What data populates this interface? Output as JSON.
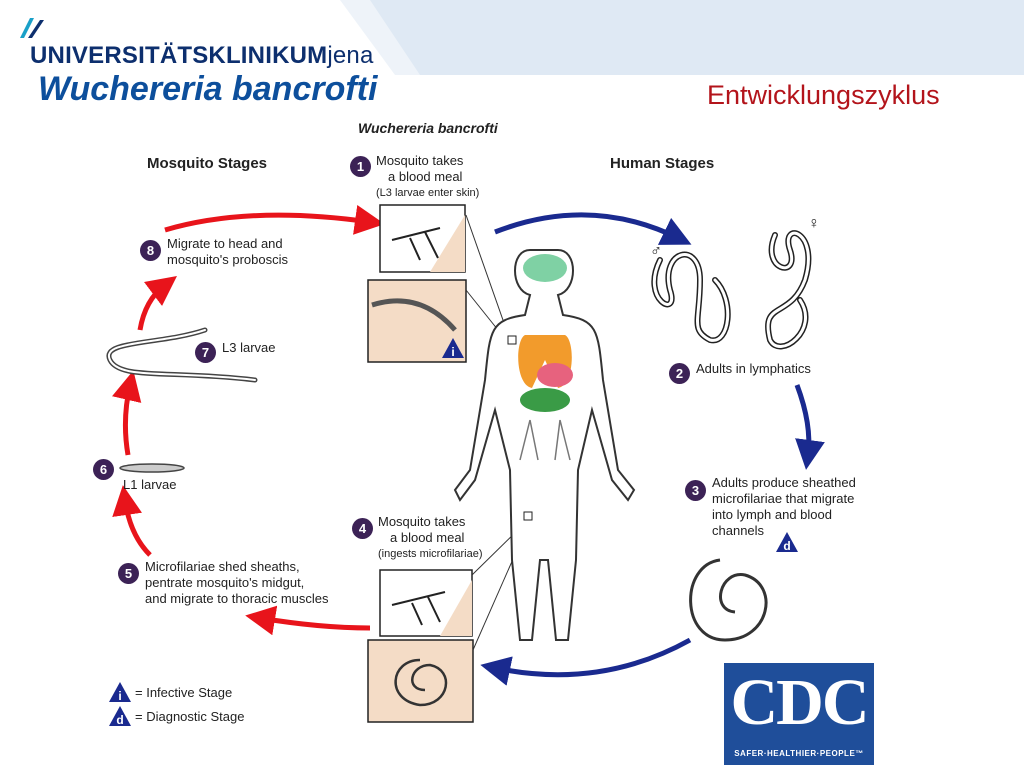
{
  "header": {
    "logo_primary": "UNIVERSITÄTSKLINIKUM",
    "logo_secondary": "jena",
    "title": "Wuchereria bancrofti",
    "subtitle": "Entwicklungszyklus"
  },
  "diagram": {
    "title": "Wuchereria bancrofti",
    "mosquito_stages_header": "Mosquito Stages",
    "human_stages_header": "Human Stages",
    "steps": [
      {
        "number": "1",
        "lines": [
          "Mosquito takes",
          "a blood meal"
        ],
        "note": "(L3 larvae enter skin)"
      },
      {
        "number": "2",
        "lines": [
          "Adults in lymphatics"
        ]
      },
      {
        "number": "3",
        "lines": [
          "Adults produce sheathed",
          "microfilariae that migrate",
          "into lymph and blood",
          "channels"
        ]
      },
      {
        "number": "4",
        "lines": [
          "Mosquito takes",
          "a blood meal"
        ],
        "note": "(ingests microfilariae)"
      },
      {
        "number": "5",
        "lines": [
          "Microfilariae shed sheaths,",
          "pentrate mosquito's midgut,",
          "and migrate to thoracic muscles"
        ]
      },
      {
        "number": "6",
        "lines": [
          "L1 larvae"
        ]
      },
      {
        "number": "7",
        "lines": [
          "L3 larvae"
        ]
      },
      {
        "number": "8",
        "lines": [
          "Migrate to head and",
          "mosquito's proboscis"
        ]
      }
    ],
    "stage_markers": {
      "infective": "i",
      "diagnostic": "d"
    },
    "sex_symbols": {
      "male": "♂",
      "female": "♀"
    },
    "legend": [
      {
        "marker": "i",
        "label": "= Infective Stage"
      },
      {
        "marker": "d",
        "label": "= Diagnostic Stage"
      }
    ]
  },
  "cdc_logo": {
    "text": "CDC",
    "tagline": "SAFER·HEALTHIER·PEOPLE™"
  },
  "colors": {
    "title_blue": "#0d4f9c",
    "subtitle_red": "#b3141b",
    "mosquito_arrow_red": "#e8141b",
    "human_arrow_blue": "#1a2a8f",
    "step_badge": "#3c2256",
    "cdc_blue": "#1f4e9a"
  }
}
